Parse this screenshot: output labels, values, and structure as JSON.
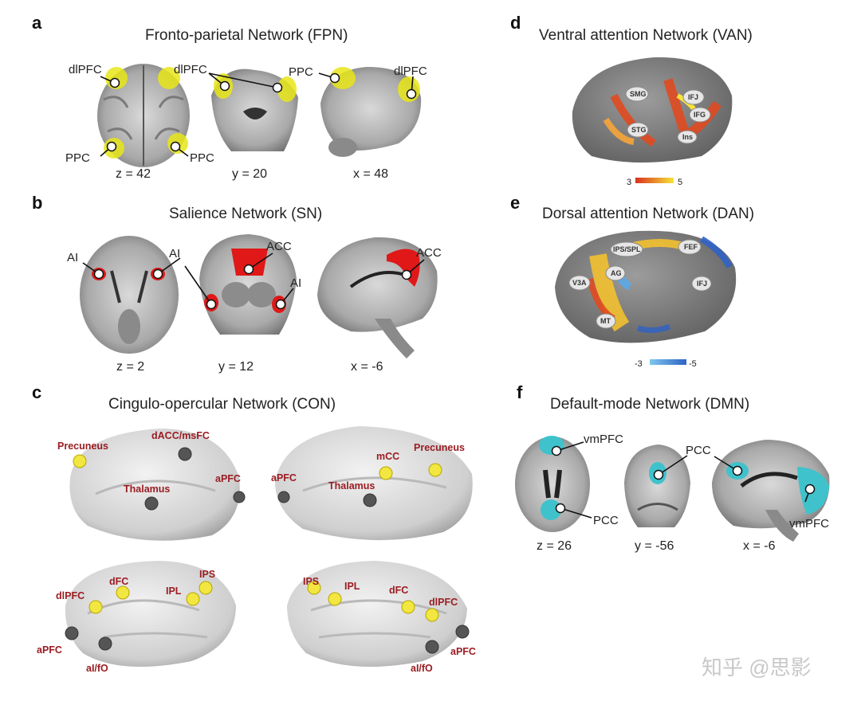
{
  "panels": {
    "a": {
      "letter": "a",
      "title": "Fronto-parietal Network (FPN)",
      "labels": {
        "dlpfc_left": "dlPFC",
        "dlpfc_mid": "dlPFC",
        "ppc_left": "PPC",
        "ppc_right": "PPC",
        "ppc_sag": "PPC",
        "dlpfc_sag": "dlPFC"
      },
      "coords": [
        "z = 42",
        "y = 20",
        "x = 48"
      ]
    },
    "b": {
      "letter": "b",
      "title": "Salience Network (SN)",
      "labels": {
        "ai_left": "AI",
        "ai_right": "AI",
        "ai_cor": "AI",
        "acc_cor": "ACC",
        "acc_sag": "ACC"
      },
      "coords": [
        "z = 2",
        "y = 12",
        "x = -6"
      ]
    },
    "c": {
      "letter": "c",
      "title": "Cingulo-opercular Network (CON)",
      "labels": {
        "precuneus_l": "Precuneus",
        "dacc": "dACC/msFC",
        "thalamus_l": "Thalamus",
        "apfc_l": "aPFC",
        "apfc_r": "aPFC",
        "mcc": "mCC",
        "precuneus_r": "Precuneus",
        "thalamus_r": "Thalamus",
        "dlpfc_l": "dlPFC",
        "dfc_l": "dFC",
        "ips_l": "IPS",
        "ipl_l": "IPL",
        "apfc_l2": "aPFC",
        "aiifo_l": "aI/fO",
        "ips_r": "IPS",
        "ipl_r": "IPL",
        "dfc_r": "dFC",
        "dlpfc_r": "dlPFC",
        "apfc_r2": "aPFC",
        "aiifo_r": "aI/fO"
      }
    },
    "d": {
      "letter": "d",
      "title": "Ventral attention Network (VAN)",
      "labels": {
        "smg": "SMG",
        "ifj": "IFJ",
        "ifg": "IFG",
        "stg": "STG",
        "ins": "Ins"
      },
      "scale": {
        "min": "3",
        "max": "5"
      }
    },
    "e": {
      "letter": "e",
      "title": "Dorsal attention Network (DAN)",
      "labels": {
        "ips_spl": "IPS/SPL",
        "fef": "FEF",
        "ag": "AG",
        "v3a": "V3A",
        "ifj": "IFJ",
        "mt": "MT"
      },
      "scale": {
        "min": "-3",
        "max": "-5"
      }
    },
    "f": {
      "letter": "f",
      "title": "Default-mode Network (DMN)",
      "labels": {
        "vmpfc_ax": "vmPFC",
        "pcc_ax": "PCC",
        "pcc_cor": "PCC",
        "vmpfc_sag": "vmPFC"
      },
      "coords": [
        "z = 26",
        "y = -56",
        "x = -6"
      ]
    }
  },
  "watermark": "知乎 @思影",
  "colors": {
    "fpn": "#e8e619",
    "sn": "#e01818",
    "con_yellow": "#f2e640",
    "con_gray": "#555555",
    "dmn": "#3fc2cc",
    "van_low": "#d8321e",
    "van_high": "#f7e23a",
    "dan_blue": "#2f62c6"
  }
}
